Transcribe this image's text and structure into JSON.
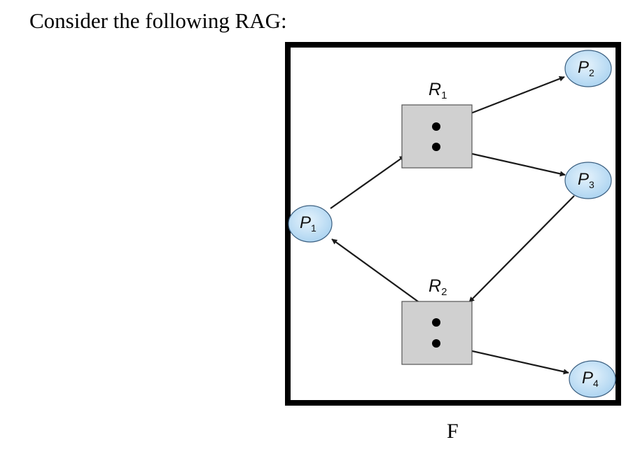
{
  "intro_text": "Consider the following RAG:",
  "figure_label": "F",
  "colors": {
    "frame": "#000000",
    "resource_fill": "#d0d0d0",
    "process_fill": "#c8e4f8",
    "edge": "#1a1a1a"
  },
  "graph": {
    "resources": [
      {
        "id": "R1",
        "name": "R",
        "sub": "1",
        "instances": 2
      },
      {
        "id": "R2",
        "name": "R",
        "sub": "2",
        "instances": 2
      }
    ],
    "processes": [
      {
        "id": "P1",
        "name": "P",
        "sub": "1"
      },
      {
        "id": "P2",
        "name": "P",
        "sub": "2"
      },
      {
        "id": "P3",
        "name": "P",
        "sub": "3"
      },
      {
        "id": "P4",
        "name": "P",
        "sub": "4"
      }
    ],
    "edges": [
      {
        "from": "P1",
        "to": "R1",
        "kind": "request"
      },
      {
        "from": "R1",
        "to": "P2",
        "kind": "assignment"
      },
      {
        "from": "R1",
        "to": "P3",
        "kind": "assignment"
      },
      {
        "from": "P3",
        "to": "R2",
        "kind": "request"
      },
      {
        "from": "R2",
        "to": "P1",
        "kind": "assignment"
      },
      {
        "from": "R2",
        "to": "P4",
        "kind": "assignment"
      }
    ]
  }
}
